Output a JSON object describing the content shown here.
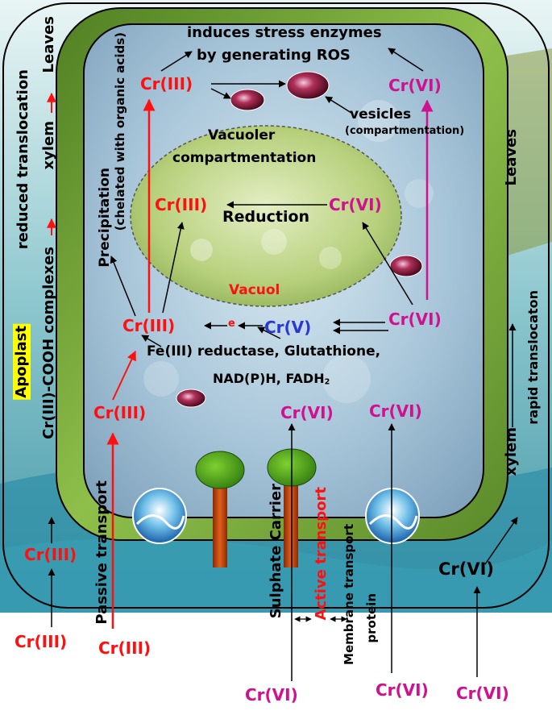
{
  "labels": {
    "stress_line1": "induces stress enzymes",
    "stress_line2": "by generating ROS",
    "cr3_top": "Cr(III)",
    "cr6_top": "Cr(VI)",
    "vesicles": "vesicles",
    "compartmentation": "(compartmentation)",
    "vac_comp_line1": "Vacuoler",
    "vac_comp_line2": "compartmentation",
    "cr3_vacuole": "Cr(III)",
    "reduction": "Reduction",
    "cr6_vacuole": "Cr(VI)",
    "vacuol": "Vacuol",
    "precip_line1": "Precipitation",
    "precip_line2": "(chelated with organic acids)",
    "cr3_mid": "Cr(III)",
    "electron": "e",
    "cr5": "Cr(V)",
    "cr6_mid": "Cr(VI)",
    "reductase_line1": "Fe(III) reductase, Glutathione,",
    "reductase_line2_a": "NAD(P)H, FADH",
    "reductase_line2_sub": "2",
    "cr3_cell": "Cr(III)",
    "cr6_cell_a": "Cr(VI)",
    "cr6_cell_b": "Cr(VI)",
    "left_leaves": "Leaves",
    "left_xylem": "xylem",
    "left_reduced": "reduced translocation",
    "left_complexes": "Cr(III)-COOH complexes",
    "apoplast": "Apoplast",
    "right_leaves": "Leaves",
    "right_rapid": "rapid translocaton",
    "right_xylem": "xylem",
    "cr3_apoplast": "Cr(III)",
    "passive_transport": "Passive transport",
    "sulphate_carrier": "Sulphate  Carrier",
    "active_transport": "Active transport",
    "membrane_transport": "Membrane transport",
    "protein": "protein",
    "cr6_right_apoplast": "Cr(VI)",
    "cr3_bottom_left": "Cr(III)",
    "cr3_bottom_mid": "Cr(III)",
    "cr6_bottom_a": "Cr(VI)",
    "cr6_bottom_b": "Cr(VI)",
    "cr6_bottom_c": "Cr(VI)"
  },
  "colors": {
    "cr3": "#ff1010",
    "cr6": "#d0118f",
    "cr5": "#2a3ad0",
    "apoplast_highlight": "#ffff00",
    "cell_wall": "#6f9e2e",
    "cytoplasm": "#a9c8dc",
    "vacuole": "#b6cf7a"
  }
}
